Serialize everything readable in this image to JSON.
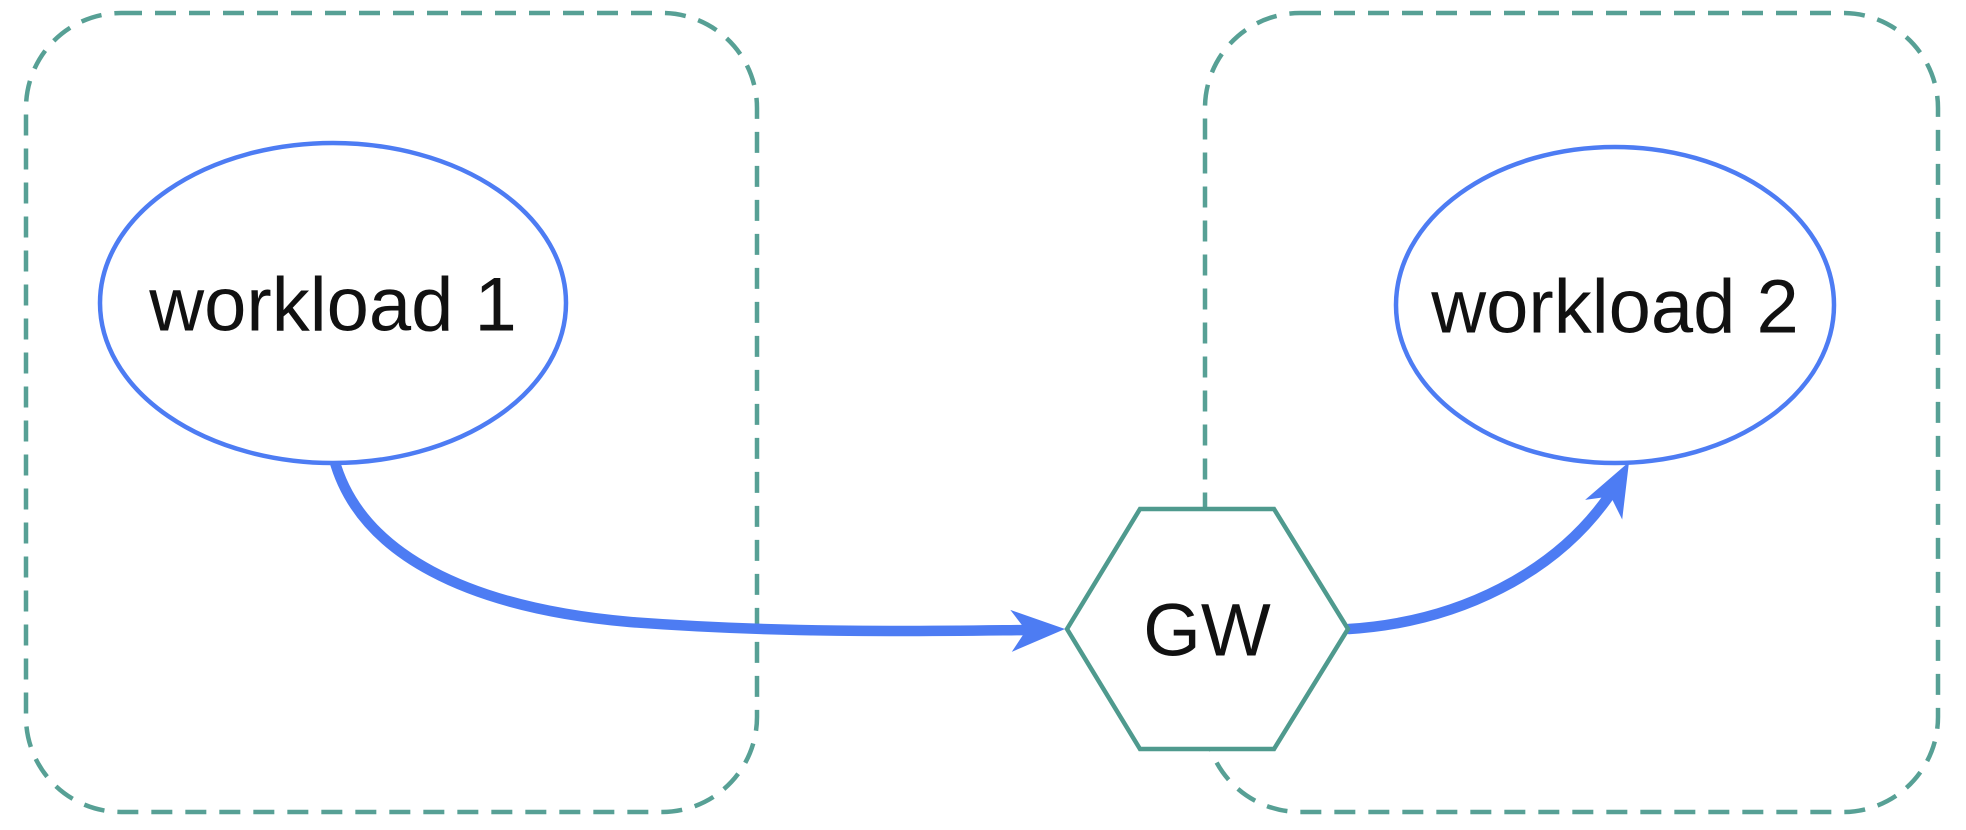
{
  "diagram": {
    "containers": [
      {
        "id": "zone-1",
        "label": "",
        "style": "dashed-rounded-rect",
        "contains": [
          "workload-1"
        ]
      },
      {
        "id": "zone-2",
        "label": "",
        "style": "dashed-rounded-rect",
        "contains": [
          "workload-2"
        ]
      }
    ],
    "nodes": [
      {
        "id": "workload-1",
        "label": "workload 1",
        "shape": "ellipse",
        "container": "zone-1"
      },
      {
        "id": "workload-2",
        "label": "workload 2",
        "shape": "ellipse",
        "container": "zone-2"
      },
      {
        "id": "gw",
        "label": "GW",
        "shape": "hexagon",
        "container": "zone-2-left-border"
      }
    ],
    "edges": [
      {
        "from": "workload-1",
        "to": "gw",
        "directed": true,
        "style": "thick-curved-arrow"
      },
      {
        "from": "gw",
        "to": "workload-2",
        "directed": true,
        "style": "thick-curved-arrow"
      }
    ],
    "colors": {
      "node_stroke": "#4d7cf3",
      "edge": "#4d7cf3",
      "container_stroke": "#57a095",
      "hexagon_stroke": "#4f9a8e",
      "label": "#111111",
      "background": "#ffffff"
    }
  }
}
